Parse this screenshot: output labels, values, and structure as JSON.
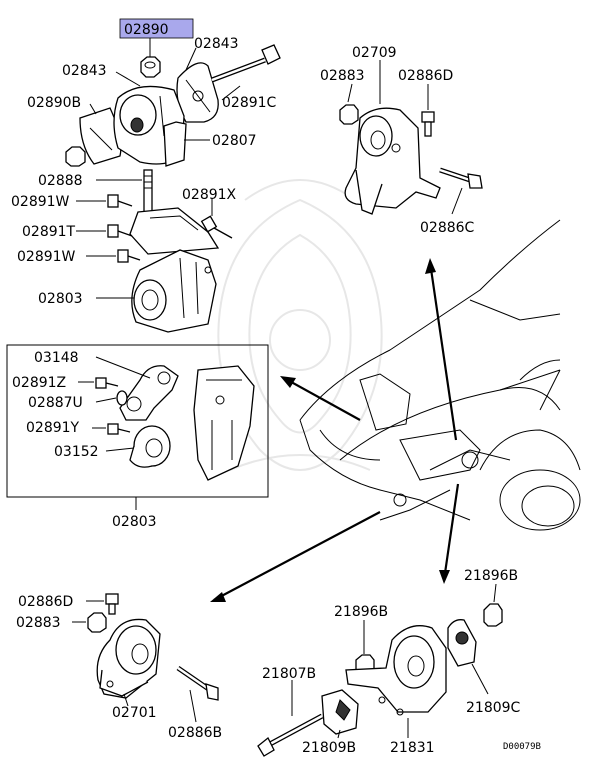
{
  "highlighted_part": "02890",
  "upper_left_mount": {
    "labels": [
      "02843",
      "02843",
      "02890B",
      "02891C",
      "02807",
      "02888",
      "02891X",
      "02891W",
      "02891T",
      "02891W",
      "02803"
    ]
  },
  "upper_right_mount": {
    "labels": [
      "02709",
      "02883",
      "02886D",
      "02886C"
    ]
  },
  "boxed_assembly": {
    "labels": [
      "03148",
      "02891Z",
      "02887U",
      "02891Y",
      "03152"
    ],
    "callout": "02803"
  },
  "lower_left_mount": {
    "labels": [
      "02886D",
      "02883",
      "02701",
      "02886B"
    ]
  },
  "lower_right_mount": {
    "labels": [
      "21896B",
      "21896B",
      "21807B",
      "21809C",
      "21809B",
      "21831"
    ]
  },
  "diagram_code": "D00079B"
}
